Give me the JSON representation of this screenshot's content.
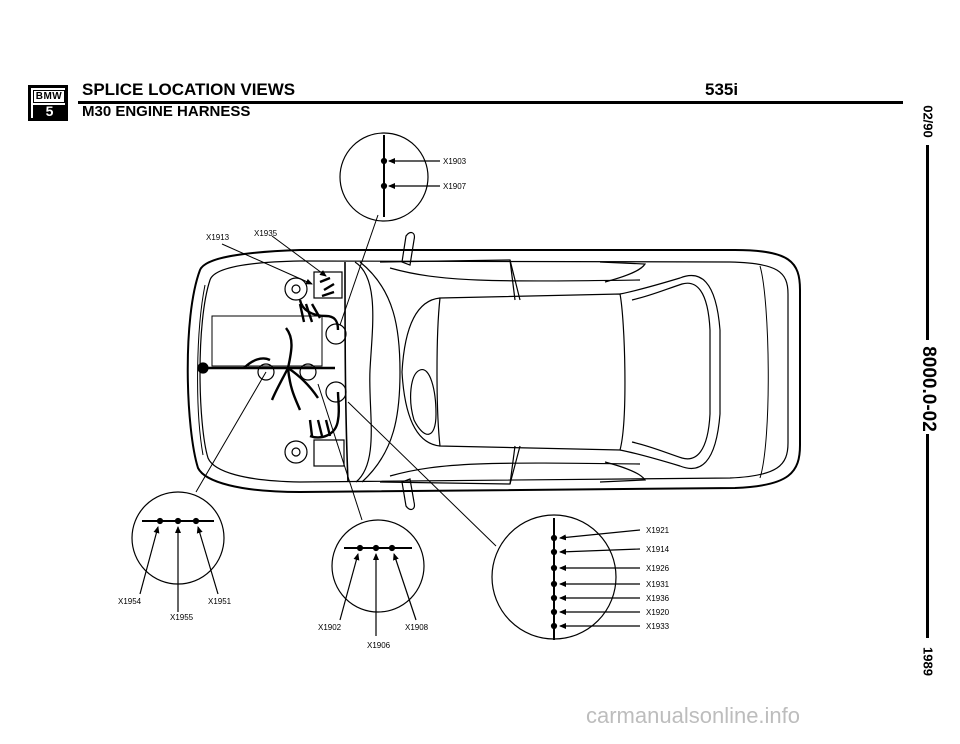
{
  "header": {
    "logo_text": "BMW",
    "logo_series": "5",
    "title": "SPLICE LOCATION VIEWS",
    "subtitle": "M30 ENGINE HARNESS",
    "model": "535i"
  },
  "sidebar": {
    "date": "02/90",
    "code": "8000.0-02",
    "year": "1989"
  },
  "splices": {
    "x1903": "X1903",
    "x1907": "X1907",
    "x1913": "X1913",
    "x1935": "X1935",
    "x1954": "X1954",
    "x1955": "X1955",
    "x1951": "X1951",
    "x1902": "X1902",
    "x1906": "X1906",
    "x1908": "X1908",
    "x1921": "X1921",
    "x1914": "X1914",
    "x1926": "X1926",
    "x1931": "X1931",
    "x1936": "X1936",
    "x1920": "X1920",
    "x1933": "X1933"
  },
  "watermark": "carmanualsonline.info"
}
